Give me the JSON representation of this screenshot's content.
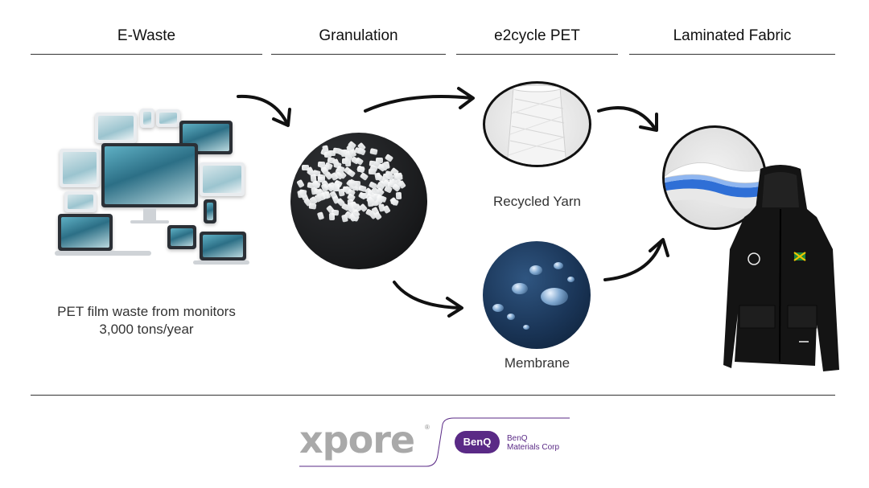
{
  "headers": {
    "ewaste": "E-Waste",
    "granulation": "Granulation",
    "e2cycle": "e2cycle PET",
    "laminated": "Laminated Fabric"
  },
  "ewaste_caption": {
    "line1": "PET film waste from monitors",
    "line2": "3,000 tons/year"
  },
  "labels": {
    "recycled_yarn": "Recycled Yarn",
    "membrane": "Membrane"
  },
  "footer": {
    "xpore": "xpore",
    "registered": "®",
    "benq_badge": "BenQ",
    "company_line1": "BenQ",
    "company_line2": "Materials Corp"
  },
  "colors": {
    "rule": "#333333",
    "arrow": "#111111",
    "benq_purple": "#5a2a86",
    "xpore_gray": "#a9a9a9"
  }
}
